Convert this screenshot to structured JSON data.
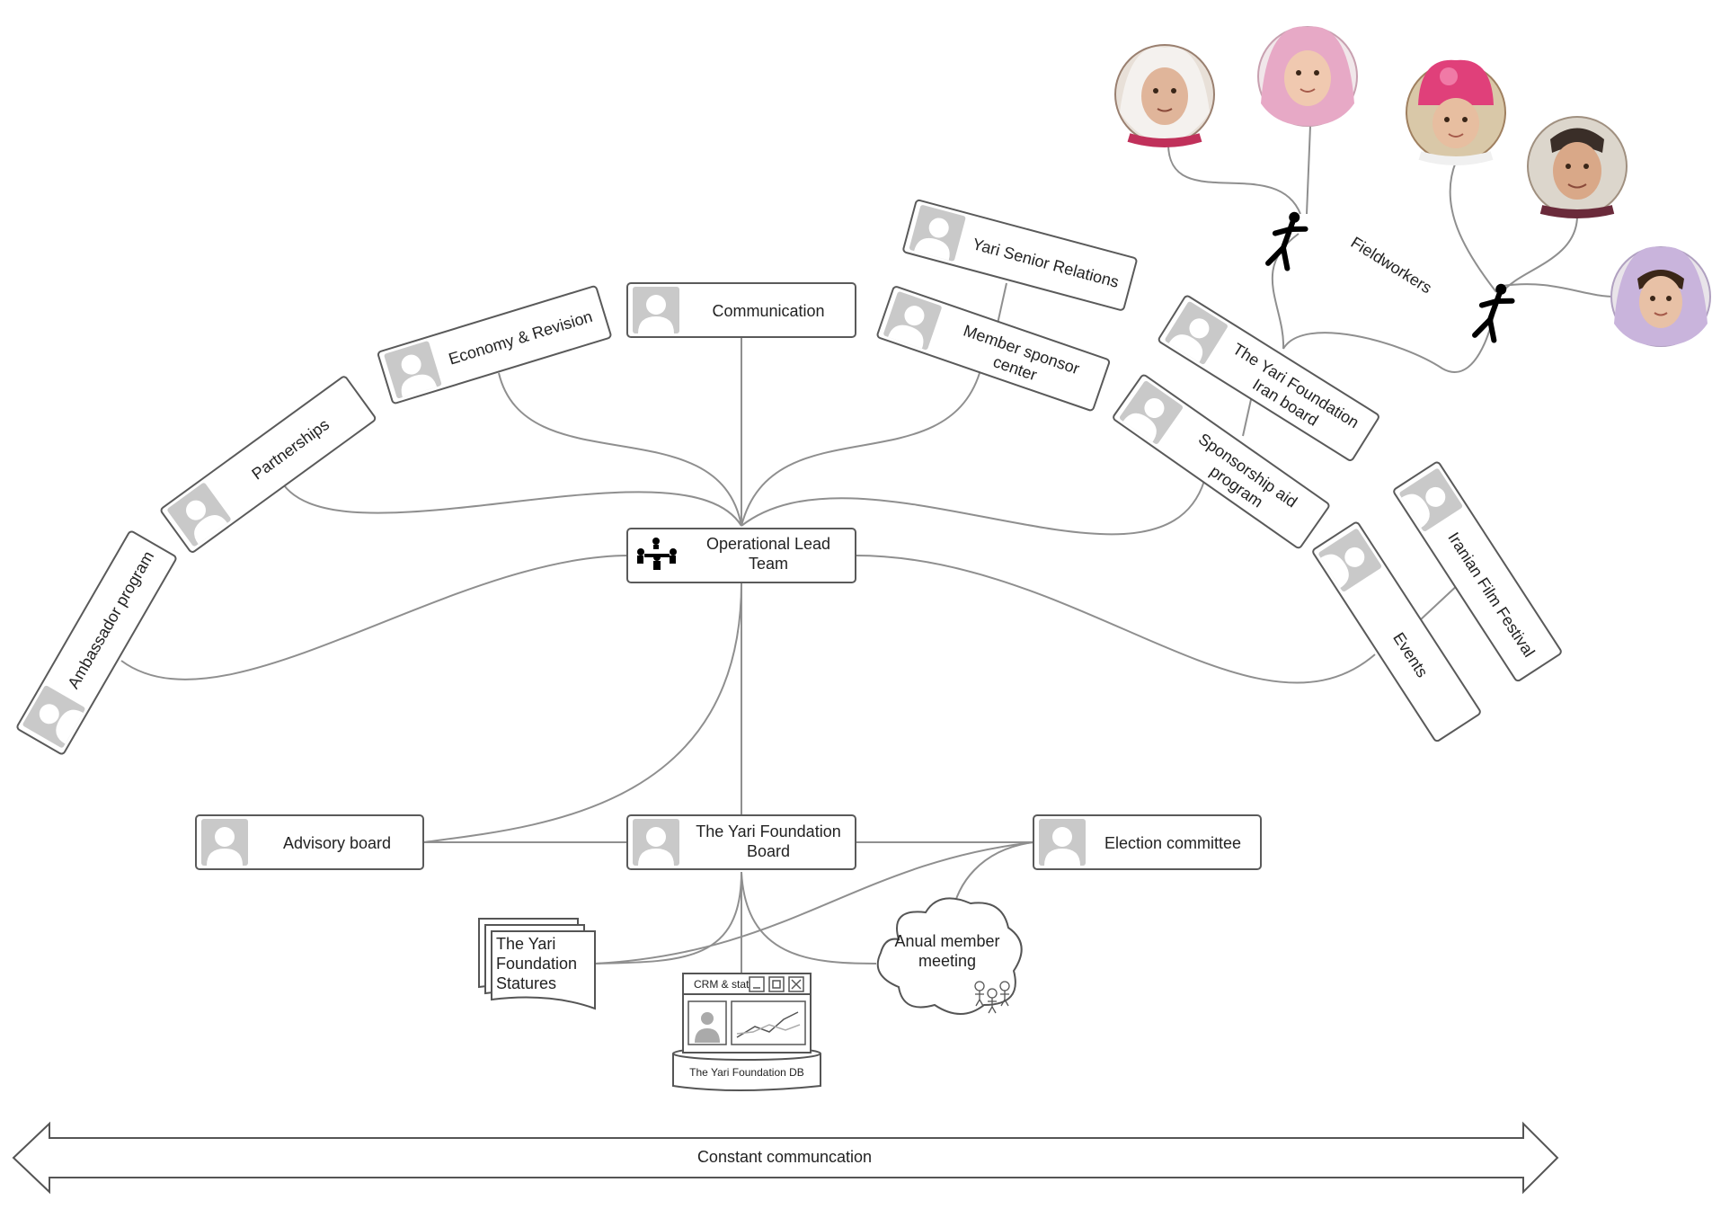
{
  "nodes": {
    "operational_lead_team": {
      "line1": "Operational Lead",
      "line2": "Team"
    },
    "communication": {
      "label": "Communication"
    },
    "economy_revision": {
      "label": "Economy & Revision"
    },
    "partnerships": {
      "label": "Partnerships"
    },
    "ambassador_program": {
      "label": "Ambassador program"
    },
    "yari_senior_relations": {
      "label": "Yari Senior Relations"
    },
    "member_sponsor_center": {
      "line1": "Member sponsor",
      "line2": "center"
    },
    "yari_iran_board": {
      "line1": "The Yari Foundation",
      "line2": "Iran board"
    },
    "sponsorship_aid_program": {
      "line1": "Sponsorship aid",
      "line2": "program"
    },
    "iranian_film_festival": {
      "label": "Iranian Film Festival"
    },
    "events": {
      "label": "Events"
    },
    "fieldworkers": {
      "label": "Fieldworkers"
    },
    "advisory_board": {
      "label": "Advisory board"
    },
    "foundation_board": {
      "line1": "The Yari Foundation",
      "line2": "Board"
    },
    "election_committee": {
      "label": "Election committee"
    },
    "statures": {
      "line1": "The Yari",
      "line2": "Foundation",
      "line3": "Statures"
    },
    "crm": {
      "window_title": "CRM & stat",
      "db_label": "The Yari Foundation DB"
    },
    "annual_meeting": {
      "line1": "Anual member",
      "line2": "meeting"
    },
    "constant_communication": {
      "label": "Constant communcation"
    }
  },
  "icons": {
    "person_placeholder": "person-placeholder-icon",
    "meeting": "meeting-icon",
    "fieldworker": "stick-figure-icon",
    "child_photo": "child-photo-icon"
  },
  "colors": {
    "box_stroke": "#5a5a5a",
    "connector": "#8f8f8f",
    "avatar": "#c9c9c9",
    "text": "#222222"
  }
}
